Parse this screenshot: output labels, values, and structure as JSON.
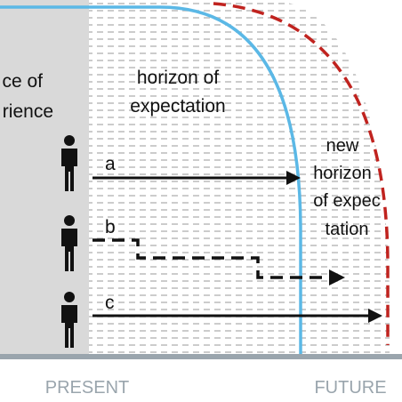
{
  "diagram": {
    "space_of_experience_line1": "ce of",
    "space_of_experience_line2": "rience",
    "horizon_line1": "horizon of",
    "horizon_line2": "expectation",
    "new_horizon_lines": [
      "new",
      "horizon",
      "of expec",
      "tation"
    ],
    "paths": [
      {
        "label": "a"
      },
      {
        "label": "b"
      },
      {
        "label": "c"
      }
    ],
    "axis": {
      "present": "PRESENT",
      "future": "FUTURE"
    }
  },
  "colors": {
    "experience_fill": "#d9d9d9",
    "horizon_line": "#5bb8e6",
    "new_horizon_line": "#c0231f",
    "axis": "#9aa5ad",
    "arrow": "#111111"
  }
}
